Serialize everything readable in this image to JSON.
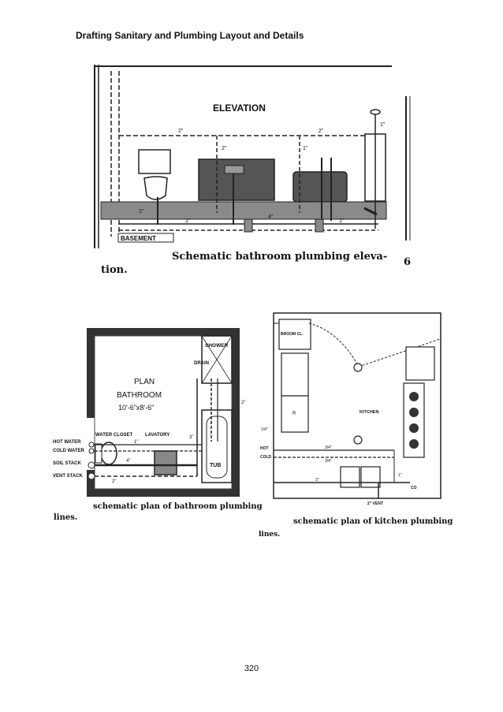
{
  "header": {
    "title": "Drafting Sanitary and Plumbing Layout and Details"
  },
  "figure_elevation": {
    "heading": "ELEVATION",
    "basement_label": "BASEMENT",
    "caption_line1": "Schematic bathroom plumbing eleva-",
    "caption_line2": "tion.",
    "pipe_labels": [
      "2\"",
      "2\"",
      "2\"",
      "1\"",
      "1\"",
      "4\"",
      "1\"",
      "1\"",
      "1\""
    ]
  },
  "figure_bath_plan": {
    "title_line1": "PLAN",
    "title_line2": "BATHROOM",
    "dimensions": "10'-6\"x8'-6\"",
    "labels": {
      "shower": "SHOWER",
      "drain": "DRAIN",
      "water_closet": "WATER CLOSET",
      "lavatory": "LAVATORY",
      "tub": "TUB",
      "hot_water": "HOT WATER",
      "cold_water": "COLD WATER",
      "soil_stack": "SOIL STACK",
      "vent_stack": "VENT STACK"
    },
    "pipe_labels": [
      "3\"",
      "4\"",
      "2\"",
      "1\"",
      "2\""
    ],
    "caption_line1": "schematic plan of bathroom plumbing",
    "caption_line2": "lines."
  },
  "figure_kitchen_plan": {
    "labels": {
      "broom_closet": "BROOM CL.",
      "kitchen": "KITCHEN",
      "range": "R",
      "hot": "HOT",
      "cold": "COLD",
      "vent": "2\" VENT",
      "cleanout": "CO"
    },
    "pipe_labels": [
      "1/4\"",
      "3/4\"",
      "3/4\"",
      "3\"",
      "1\""
    ],
    "caption_line1": "schematic plan of kitchen plumbing",
    "caption_line2": "lines."
  },
  "footer": {
    "page_number": "320"
  }
}
